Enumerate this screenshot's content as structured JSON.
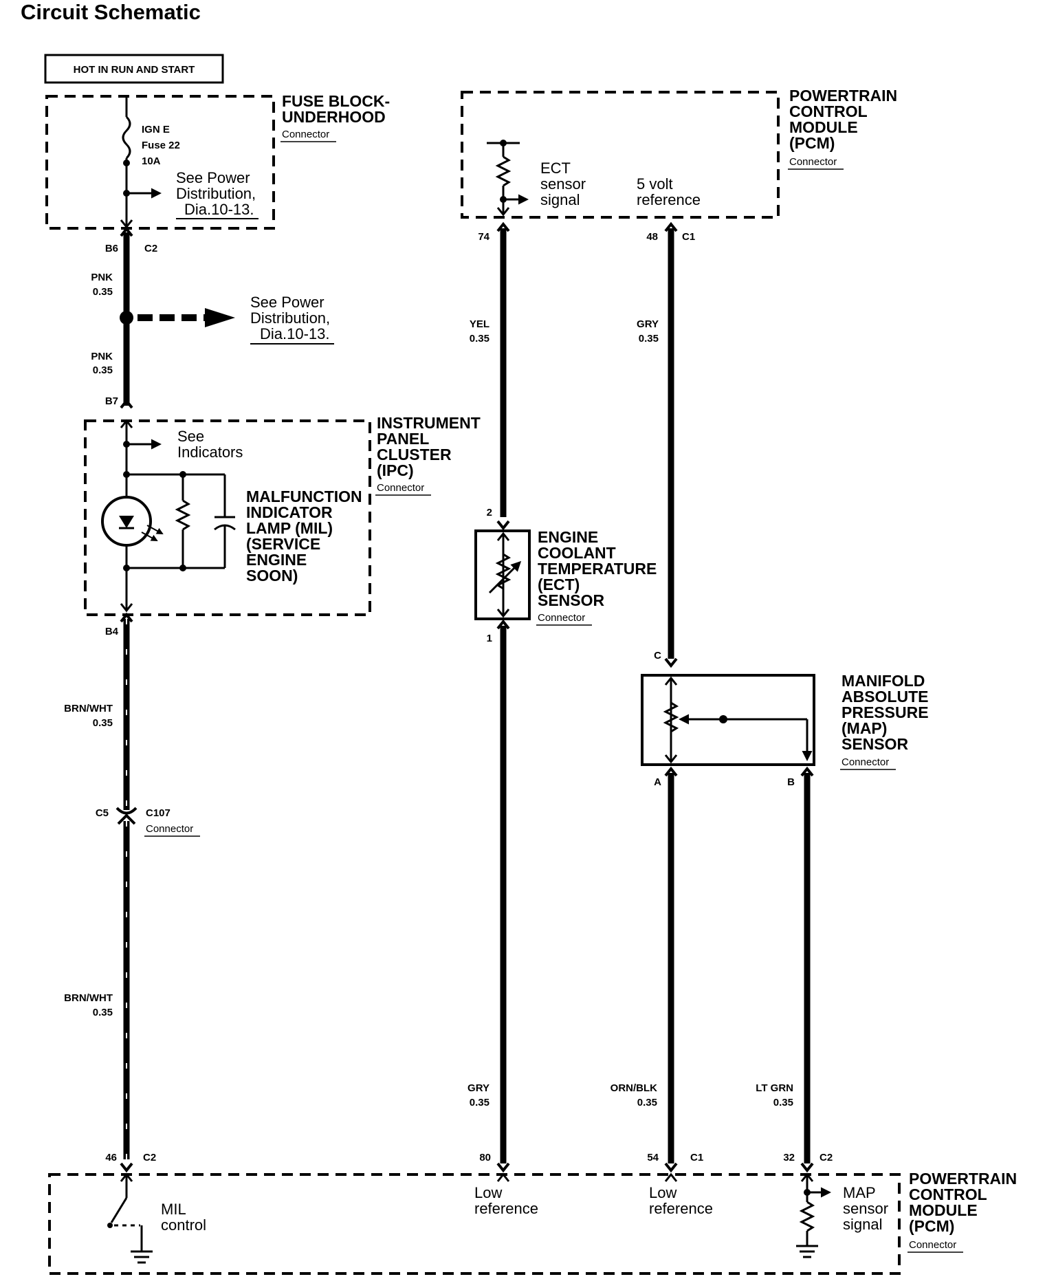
{
  "title": "Circuit Schematic",
  "hot_label": "HOT IN RUN AND START",
  "fuse_block": {
    "name_lines": [
      "FUSE BLOCK-",
      "UNDERHOOD"
    ],
    "connector": "Connector",
    "fuse_lines": [
      "IGN E",
      "Fuse 22",
      "10A"
    ],
    "see_lines": [
      "See Power",
      "Distribution,",
      "Dia.10-13."
    ],
    "pin_b6": "B6",
    "pin_c2": "C2"
  },
  "pink_wire": {
    "color_upper": "PNK",
    "gauge_upper": "0.35",
    "color_lower": "PNK",
    "gauge_lower": "0.35",
    "see_lines": [
      "See Power",
      "Distribution,",
      "Dia.10-13."
    ]
  },
  "ipc": {
    "pin_b7": "B7",
    "name_lines": [
      "INSTRUMENT",
      "PANEL",
      "CLUSTER",
      "(IPC)"
    ],
    "connector": "Connector",
    "see_lines": [
      "See",
      "Indicators"
    ],
    "mil_lines": [
      "MALFUNCTION",
      "INDICATOR",
      "LAMP (MIL)",
      "(SERVICE",
      "ENGINE",
      "SOON)"
    ],
    "pin_b4": "B4"
  },
  "brn_wire": {
    "color_upper": "BRN/WHT",
    "gauge_upper": "0.35",
    "color_lower": "BRN/WHT",
    "gauge_lower": "0.35",
    "pin_c5": "C5",
    "conn_c107": "C107",
    "connector": "Connector"
  },
  "pcm_top": {
    "name_lines": [
      "POWERTRAIN",
      "CONTROL",
      "MODULE",
      "(PCM)"
    ],
    "connector": "Connector",
    "ect_lines": [
      "ECT",
      "sensor",
      "signal"
    ],
    "ref_lines": [
      "5 volt",
      "reference"
    ],
    "pin_74": "74",
    "pin_48": "48",
    "conn_c1": "C1"
  },
  "yel_wire": {
    "color": "YEL",
    "gauge": "0.35"
  },
  "gry_wire_top": {
    "color": "GRY",
    "gauge": "0.35"
  },
  "ect": {
    "pin_2": "2",
    "pin_1": "1",
    "name_lines": [
      "ENGINE",
      "COOLANT",
      "TEMPERATURE",
      "(ECT)",
      "SENSOR"
    ],
    "connector": "Connector"
  },
  "map": {
    "pin_c": "C",
    "pin_a": "A",
    "pin_b": "B",
    "name_lines": [
      "MANIFOLD",
      "ABSOLUTE",
      "PRESSURE",
      "(MAP)",
      "SENSOR"
    ],
    "connector": "Connector"
  },
  "gry_wire_bottom": {
    "color": "GRY",
    "gauge": "0.35"
  },
  "orn_wire": {
    "color": "ORN/BLK",
    "gauge": "0.35"
  },
  "grn_wire": {
    "color": "LT GRN",
    "gauge": "0.35"
  },
  "pcm_bottom": {
    "pin_46": "46",
    "conn_c2_left": "C2",
    "pin_80": "80",
    "pin_54": "54",
    "conn_c1": "C1",
    "pin_32": "32",
    "conn_c2_right": "C2",
    "mil_control_lines": [
      "MIL",
      "control"
    ],
    "low_ref_1": [
      "Low",
      "reference"
    ],
    "low_ref_2": [
      "Low",
      "reference"
    ],
    "map_signal_lines": [
      "MAP",
      "sensor",
      "signal"
    ],
    "name_lines": [
      "POWERTRAIN",
      "CONTROL",
      "MODULE",
      "(PCM)"
    ],
    "connector": "Connector"
  }
}
